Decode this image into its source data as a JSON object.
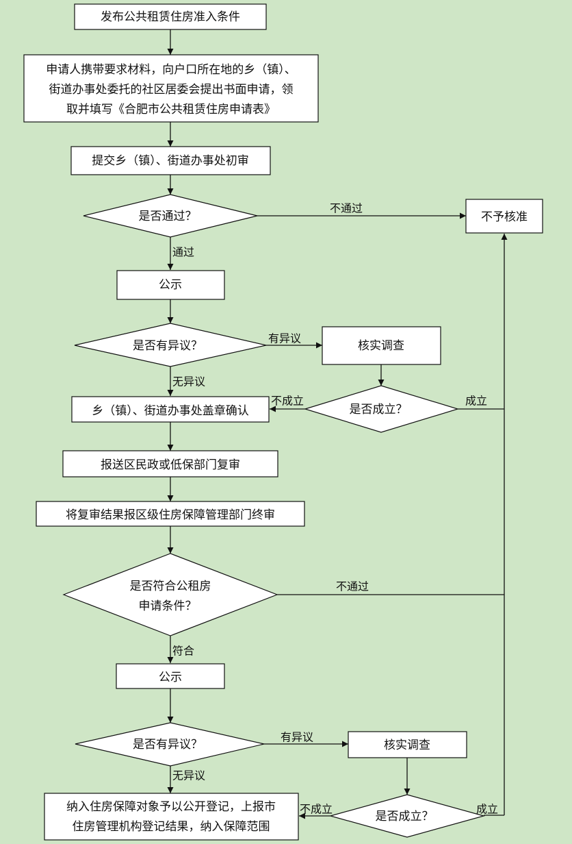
{
  "nodes": {
    "publish": "发布公共租赁住房准入条件",
    "apply_1": "申请人携带要求材料，向户口所在地的乡（镇）、",
    "apply_2": "街道办事处委托的社区居委会提出书面申请，领",
    "apply_3": "取并填写《合肥市公共租赁住房申请表》",
    "submit": "提交乡（镇）、街道办事处初审",
    "pass_q": "是否通过？",
    "reject": "不予核准",
    "publicize_1": "公示",
    "objection_q_1": "是否有异议？",
    "verify_1": "核实调查",
    "valid_q_1": "是否成立？",
    "seal": "乡（镇）、街道办事处盖章确认",
    "report": "报送区民政或低保部门复审",
    "final": "将复审结果报区级住房保障管理部门终审",
    "qualify_q_1": "是否符合公租房",
    "qualify_q_2": "申请条件？",
    "publicize_2": "公示",
    "objection_q_2": "是否有异议？",
    "verify_2": "核实调查",
    "valid_q_2": "是否成立？",
    "include_1": "纳入住房保障对象予以公开登记，上报市",
    "include_2": "住房管理机构登记结果，纳入保障范围"
  },
  "edge_labels": {
    "not_pass": "不通过",
    "pass": "通过",
    "has_objection_1": "有异议",
    "no_objection_1": "无异议",
    "not_valid_1": "不成立",
    "valid_1": "成立",
    "not_pass_2": "不通过",
    "qualify": "符合",
    "has_objection_2": "有异议",
    "no_objection_2": "无异议",
    "not_valid_2": "不成立",
    "valid_2": "成立"
  }
}
